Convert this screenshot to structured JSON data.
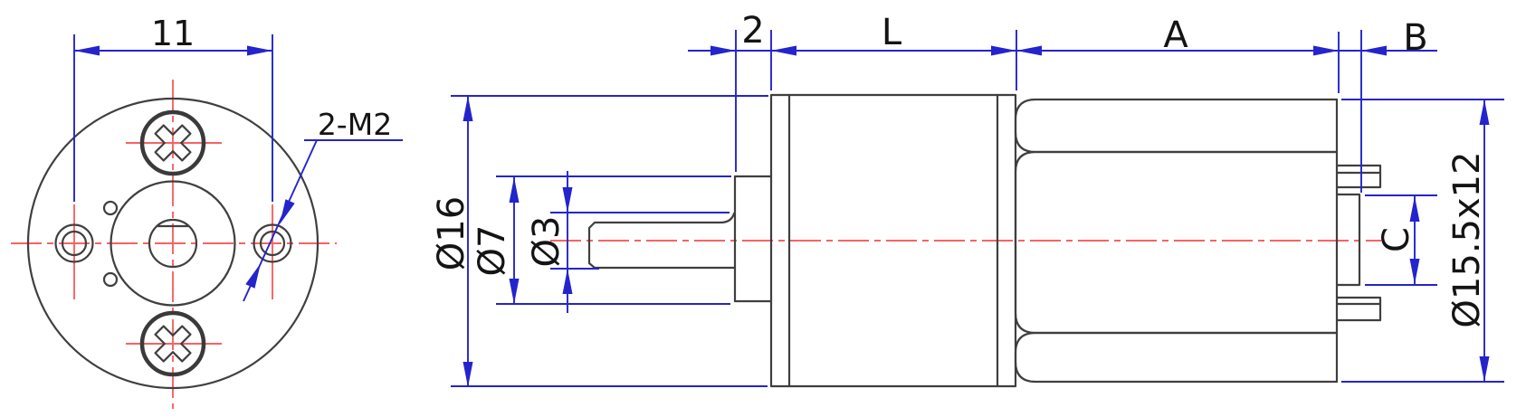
{
  "front_view": {
    "hole_spacing_dim": "11",
    "thread_callout": "2-M2"
  },
  "side_view": {
    "top_dims": [
      "2",
      "L",
      "A",
      "B"
    ],
    "left_dims": [
      "Ø16",
      "Ø7",
      "Ø3"
    ],
    "right_dims": [
      "C",
      "Ø15.5x12"
    ]
  },
  "colors": {
    "outline": "#3f3f3f",
    "dimension_blue": "#2424cd",
    "centerline_red": "#f96262",
    "text": "#141414",
    "background": "#ffffff"
  }
}
